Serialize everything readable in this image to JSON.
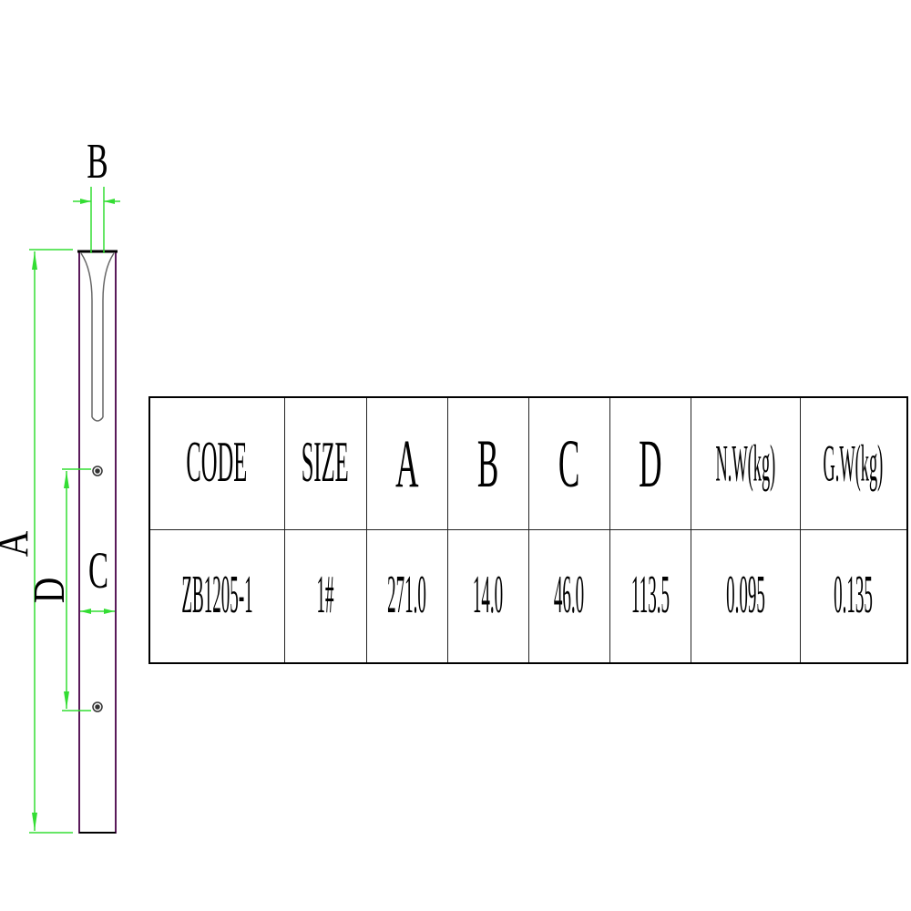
{
  "dimension_labels": {
    "a": "A",
    "b": "B",
    "c": "C",
    "d": "D"
  },
  "colors": {
    "dimension_line": "#33dd33",
    "part_outline": "#5a1a5a",
    "text": "#000000"
  },
  "table": {
    "headers": [
      "CODE",
      "SIZE",
      "A",
      "B",
      "C",
      "D",
      "N.W(kg)",
      "G.W(kg)"
    ],
    "rows": [
      [
        "ZB1205-1",
        "1#",
        "271.0",
        "14.0",
        "46.0",
        "113.5",
        "0.095",
        "0.135"
      ]
    ]
  }
}
